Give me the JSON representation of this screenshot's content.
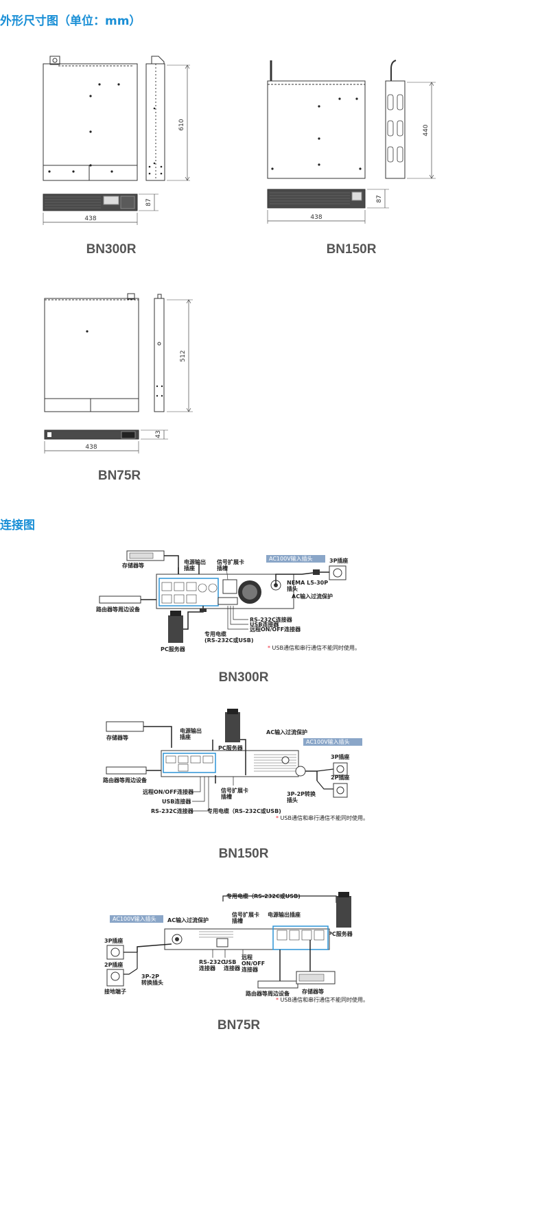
{
  "sections": {
    "dimensions_title": "外形尺寸图（单位：mm）",
    "connection_title": "连接图"
  },
  "dimension_models": {
    "bn300r": {
      "name": "BN300R",
      "depth": "610",
      "height": "87",
      "width": "438"
    },
    "bn150r": {
      "name": "BN150R",
      "depth": "440",
      "height": "87",
      "width": "438"
    },
    "bn75r": {
      "name": "BN75R",
      "depth": "512",
      "height": "43",
      "width": "438"
    }
  },
  "connection_models": {
    "bn300r": {
      "name": "BN300R",
      "storage": "存储器等",
      "power_outlet": "电源输出\n插座",
      "signal_card": "信号扩展卡\n插槽",
      "ac_input_plug": "AC100V输入插头",
      "plug_3p": "3P插座",
      "nema": "NEMA L5-30P\n插头",
      "ac_protect": "AC输入过流保护",
      "router": "路由器等周边设备",
      "rs232c": "RS-232C连接器",
      "usb": "USB连接器",
      "remote": "远程ON/OFF连接器",
      "cable": "专用电缆\n(RS-232C或USB)",
      "pc_server": "PC服务器",
      "note": "USB通信和串行通信不能同时使用。"
    },
    "bn150r": {
      "name": "BN150R",
      "storage": "存储器等",
      "power_outlet": "电源输出\n插座",
      "pc_server": "PC服务器",
      "ac_protect": "AC输入过流保护",
      "ac_input_plug": "AC100V输入插头",
      "plug_3p": "3P插座",
      "plug_2p": "2P插座",
      "converter": "3P-2P转换\n插头",
      "router": "路由器等周边设备",
      "remote": "远程ON/OFF连接器",
      "usb": "USB连接器",
      "rs232c": "RS-232C连接器",
      "signal_card": "信号扩展卡\n插槽",
      "cable": "专用电缆（RS-232C或USB)",
      "note": "USB通信和串行通信不能同时使用。"
    },
    "bn75r": {
      "name": "BN75R",
      "cable": "专用电缆（RS-232C或USB)",
      "ac_input_plug": "AC100V输入插头",
      "ac_protect": "AC输入过流保护",
      "signal_card": "信号扩展卡\n插槽",
      "power_outlet": "电源输出插座",
      "pc_server": "PC服务器",
      "plug_3p": "3P插座",
      "plug_2p": "2P插座",
      "converter": "3P-2P\n转换插头",
      "ground": "接地端子",
      "rs232c": "RS-232C\n连接器",
      "usb": "USB\n连接器",
      "remote": "远程\nON/OFF\n连接器",
      "router": "路由器等周边设备",
      "storage": "存储器等",
      "note": "USB通信和串行通信不能同时使用。"
    }
  }
}
